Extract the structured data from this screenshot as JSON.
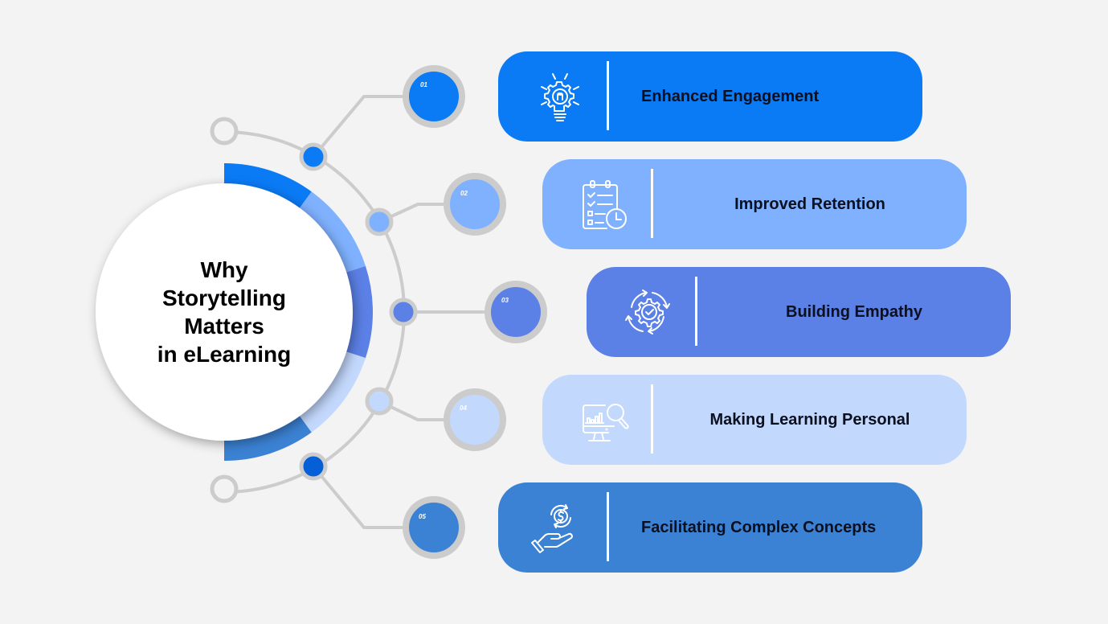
{
  "title": {
    "lines": [
      "Why",
      "Storytelling",
      "Matters",
      "in eLearning"
    ]
  },
  "colors": {
    "background": "#f3f3f3",
    "connector_gray": "#cccccc",
    "item_1": "#0a7af5",
    "item_2": "#7fb1ff",
    "item_3": "#5b80e6",
    "item_4": "#c3d8fd",
    "item_5": "#3b82d4"
  },
  "items": [
    {
      "number": "01",
      "label": "Enhanced Engagement",
      "icon": "lightbulb-gear-icon"
    },
    {
      "number": "02",
      "label": "Improved Retention",
      "icon": "checklist-clock-icon"
    },
    {
      "number": "03",
      "label": "Building Empathy",
      "icon": "gear-check-cycle-icon"
    },
    {
      "number": "04",
      "label": "Making Learning Personal",
      "icon": "monitor-analytics-search-icon"
    },
    {
      "number": "05",
      "label": "Facilitating Complex Concepts",
      "icon": "hand-dollar-cycle-icon"
    }
  ]
}
